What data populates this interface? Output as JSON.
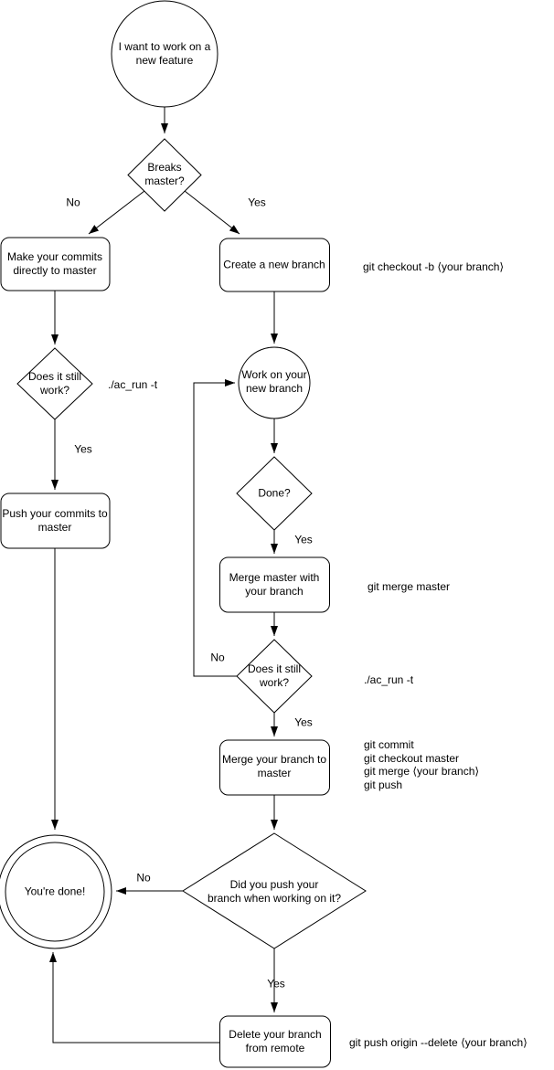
{
  "canvas": {
    "background_color": "#ffffff",
    "stroke_color": "#000000"
  },
  "nodes": {
    "start": {
      "shape": "circle",
      "label": "I want to work on a\nnew feature"
    },
    "breaks_master": {
      "shape": "diamond",
      "label": "Breaks\nmaster?"
    },
    "make_commits": {
      "shape": "rounded-rect",
      "label": "Make your commits\ndirectly to master"
    },
    "create_branch": {
      "shape": "rounded-rect",
      "label": "Create a new branch"
    },
    "does_it_still_work_1": {
      "shape": "diamond",
      "label": "Does it still\nwork?"
    },
    "push_commits": {
      "shape": "rounded-rect",
      "label": "Push your commits to\nmaster"
    },
    "work_on_branch": {
      "shape": "circle",
      "label": "Work on your\nnew branch"
    },
    "done_question": {
      "shape": "diamond",
      "label": "Done?"
    },
    "merge_master_with_branch": {
      "shape": "rounded-rect",
      "label": "Merge master with\nyour branch"
    },
    "does_it_still_work_2": {
      "shape": "diamond",
      "label": "Does it still\nwork?"
    },
    "merge_branch_to_master": {
      "shape": "rounded-rect",
      "label": "Merge your branch to\nmaster"
    },
    "did_you_push": {
      "shape": "diamond",
      "label": "Did you push your\nbranch when working on it?"
    },
    "youre_done": {
      "shape": "double-circle",
      "label": "You're done!"
    },
    "delete_branch_remote": {
      "shape": "rounded-rect",
      "label": "Delete your branch\nfrom remote"
    }
  },
  "edges": [
    {
      "from": "start",
      "to": "breaks_master",
      "label": ""
    },
    {
      "from": "breaks_master",
      "to": "make_commits",
      "label": "No"
    },
    {
      "from": "breaks_master",
      "to": "create_branch",
      "label": "Yes"
    },
    {
      "from": "make_commits",
      "to": "does_it_still_work_1",
      "label": ""
    },
    {
      "from": "does_it_still_work_1",
      "to": "push_commits",
      "label": "Yes"
    },
    {
      "from": "push_commits",
      "to": "youre_done",
      "label": ""
    },
    {
      "from": "create_branch",
      "to": "work_on_branch",
      "label": ""
    },
    {
      "from": "work_on_branch",
      "to": "done_question",
      "label": ""
    },
    {
      "from": "done_question",
      "to": "merge_master_with_branch",
      "label": "Yes"
    },
    {
      "from": "merge_master_with_branch",
      "to": "does_it_still_work_2",
      "label": ""
    },
    {
      "from": "does_it_still_work_2",
      "to": "work_on_branch",
      "label": "No"
    },
    {
      "from": "does_it_still_work_2",
      "to": "merge_branch_to_master",
      "label": "Yes"
    },
    {
      "from": "merge_branch_to_master",
      "to": "did_you_push",
      "label": ""
    },
    {
      "from": "did_you_push",
      "to": "youre_done",
      "label": "No"
    },
    {
      "from": "did_you_push",
      "to": "delete_branch_remote",
      "label": "Yes"
    },
    {
      "from": "delete_branch_remote",
      "to": "youre_done",
      "label": ""
    }
  ],
  "notes": {
    "checkout": "git checkout -b ⟨your branch⟩",
    "ac_run_1": "./ac_run -t",
    "merge_master": "git merge master",
    "ac_run_2": "./ac_run -t",
    "merge_push_block": "git commit\ngit checkout master\ngit merge ⟨your branch⟩\ngit push",
    "delete_remote": "git push origin --delete ⟨your branch⟩"
  }
}
